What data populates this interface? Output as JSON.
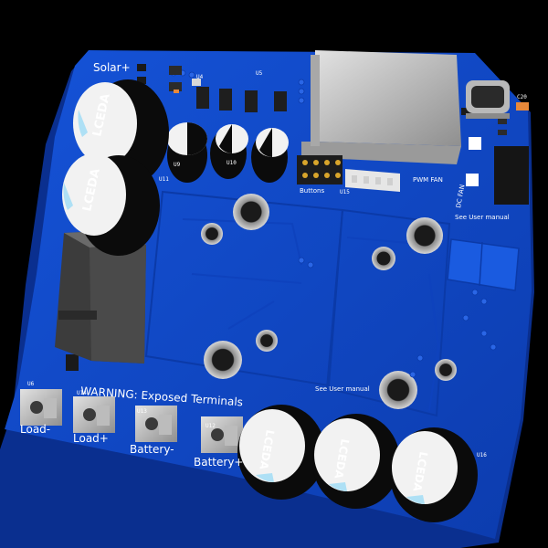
{
  "board": {
    "solar_label": "Solar+",
    "warning_label": "WARNING: Exposed Terminals",
    "load_minus_label": "Load-",
    "load_plus_label": "Load+",
    "battery_minus_label": "Battery-",
    "battery_plus_label": "Battery+",
    "buttons_label": "Buttons",
    "pwm_fan_label": "PWM FAN",
    "dc_fan_label": "DC FAN",
    "see_manual_top": "See User manual",
    "see_manual_mid": "See User manual",
    "capacitor_brand": "LCEDA",
    "refs": {
      "u4": "U4",
      "u5": "U5",
      "u9": "U9",
      "u10": "U10",
      "u11": "U11",
      "u12": "U12",
      "u13": "U13",
      "u14": "U14",
      "c20": "C20",
      "u6": "U6",
      "u15": "U15",
      "u16": "U16"
    }
  },
  "colors": {
    "background": "#000000",
    "pcb_blue": "#1047c8",
    "pcb_blue_dark": "#0a2f8f",
    "copper_blue": "#1a5be0",
    "silkscreen": "#ffffff",
    "capacitor_body": "#0b0b0b",
    "capacitor_top": "#f2f2f2",
    "metal": "#c9c9c9",
    "inductor": "#545454",
    "usb_c": "#b0b0b0",
    "header_pin": "#d9a52b",
    "copper_pad": "#e8883a"
  }
}
